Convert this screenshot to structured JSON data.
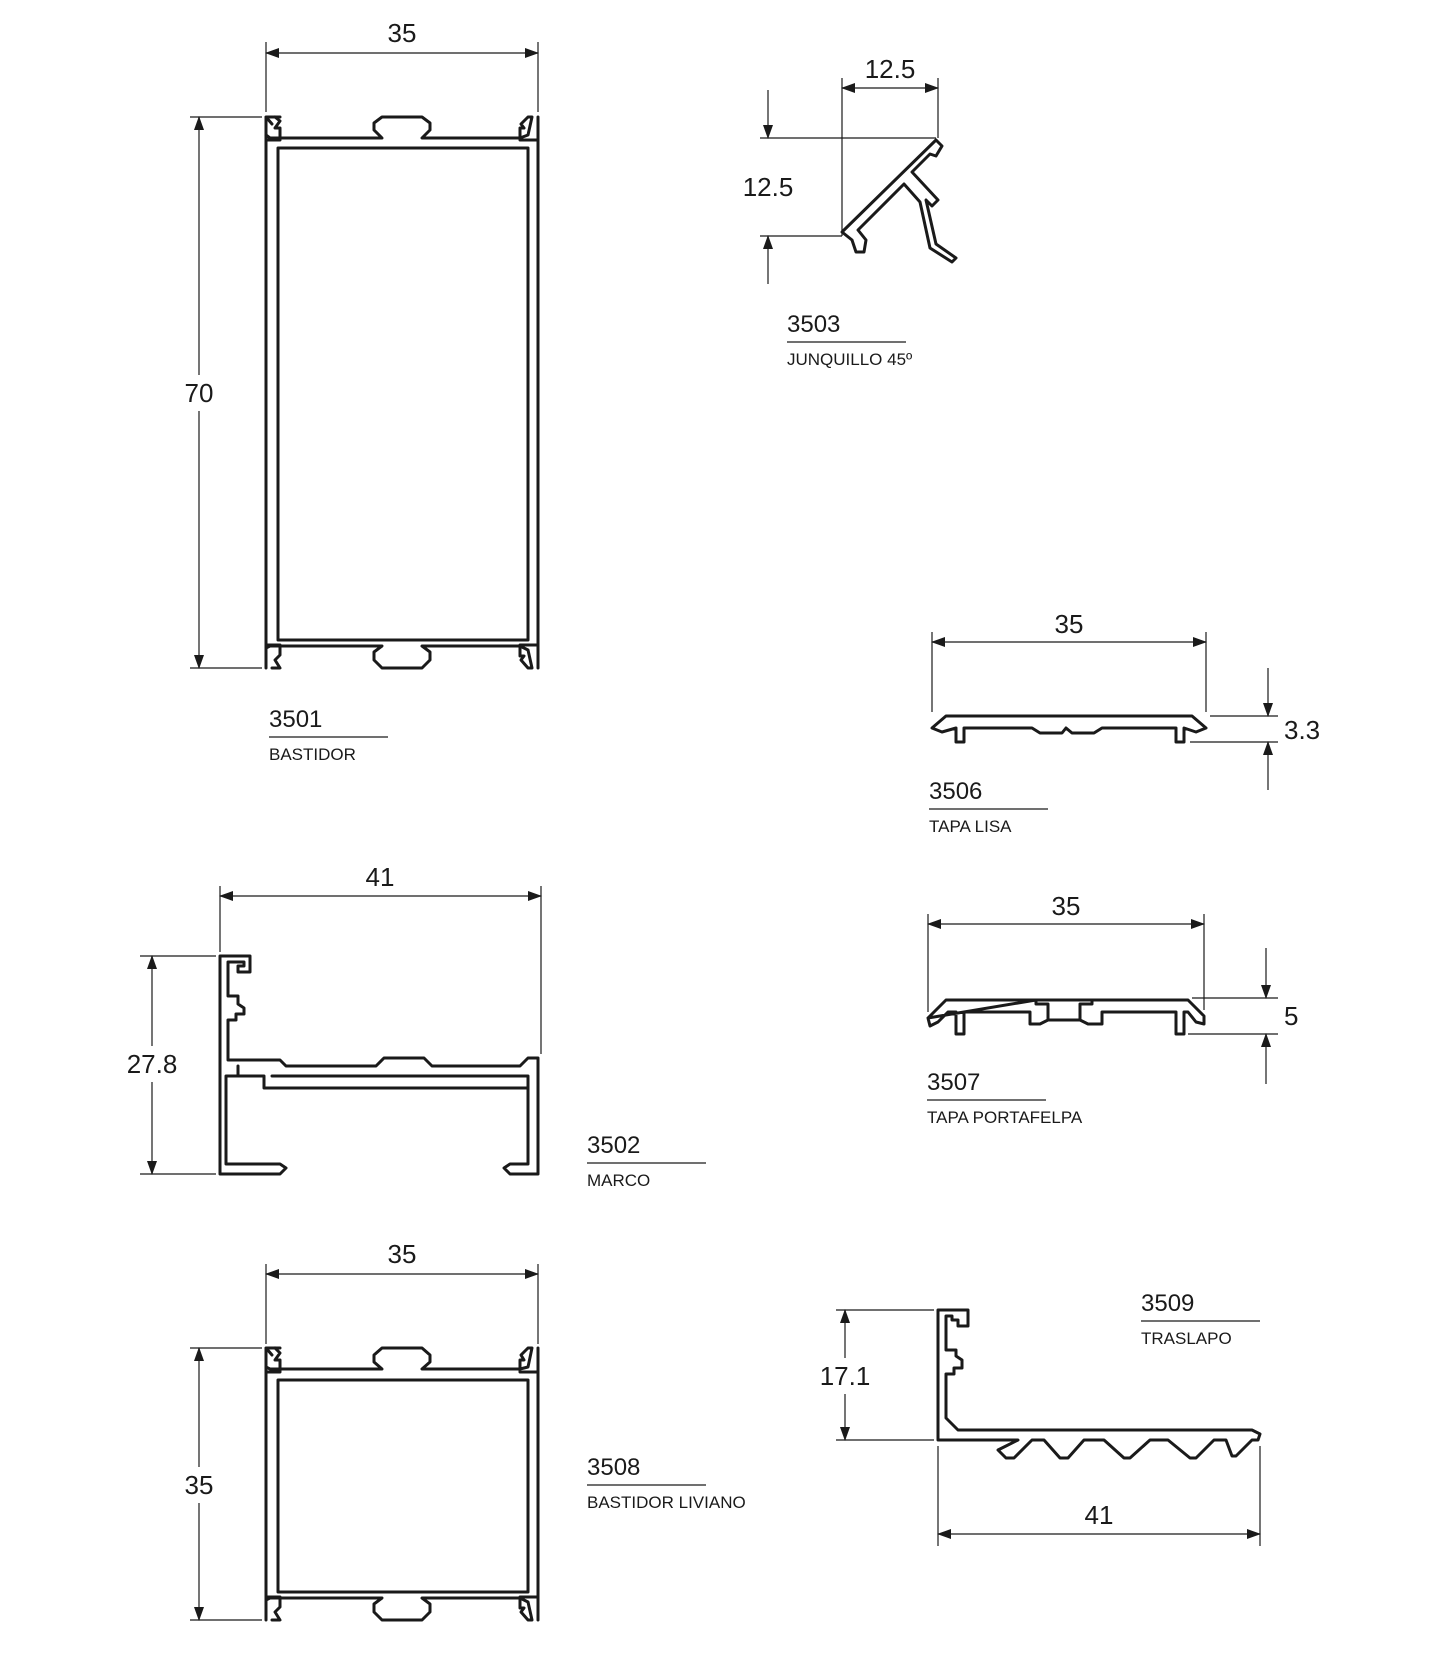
{
  "profiles": {
    "p3501": {
      "code": "3501",
      "name": "BASTIDOR",
      "width": "35",
      "height": "70"
    },
    "p3502": {
      "code": "3502",
      "name": "MARCO",
      "width": "41",
      "height": "27.8"
    },
    "p3503": {
      "code": "3503",
      "name": "JUNQUILLO 45º",
      "width": "12.5",
      "height": "12.5"
    },
    "p3506": {
      "code": "3506",
      "name": "TAPA LISA",
      "width": "35",
      "height": "3.3"
    },
    "p3507": {
      "code": "3507",
      "name": "TAPA PORTAFELPA",
      "width": "35",
      "height": "5"
    },
    "p3508": {
      "code": "3508",
      "name": "BASTIDOR LIVIANO",
      "width": "35",
      "height": "35"
    },
    "p3509": {
      "code": "3509",
      "name": "TRASLAPO",
      "width": "41",
      "height": "17.1"
    }
  }
}
